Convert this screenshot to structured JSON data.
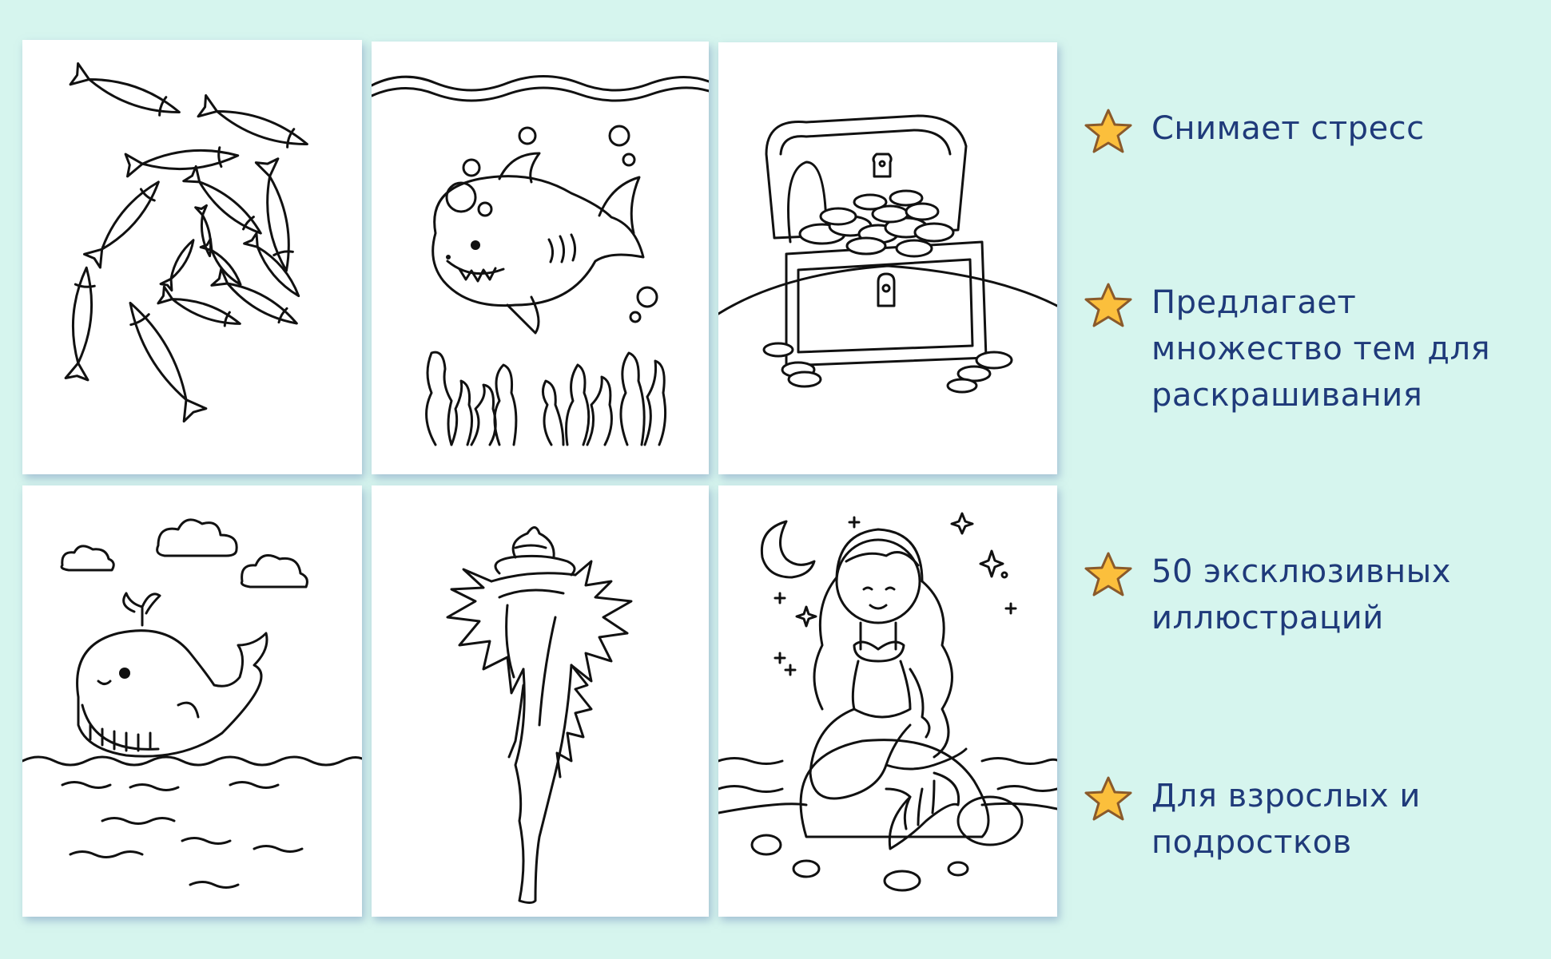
{
  "background_color": "#d6f5ee",
  "text_color": "#1f3a7a",
  "star_color": "#fbbf3c",
  "coloring_pages": [
    {
      "subject": "fish-school-icon"
    },
    {
      "subject": "shark-icon"
    },
    {
      "subject": "treasure-chest-icon"
    },
    {
      "subject": "whale-icon"
    },
    {
      "subject": "seashell-icon"
    },
    {
      "subject": "mermaid-icon"
    }
  ],
  "features": [
    {
      "icon": "star-icon",
      "lines": [
        "Снимает стресс"
      ]
    },
    {
      "icon": "star-icon",
      "lines": [
        "Предлагает",
        "множество тем для",
        "раскрашивания"
      ]
    },
    {
      "icon": "star-icon",
      "lines": [
        "50 эксклюзивных",
        "иллюстраций"
      ]
    },
    {
      "icon": "star-icon",
      "lines": [
        "Для взрослых и",
        "подростков"
      ]
    }
  ]
}
